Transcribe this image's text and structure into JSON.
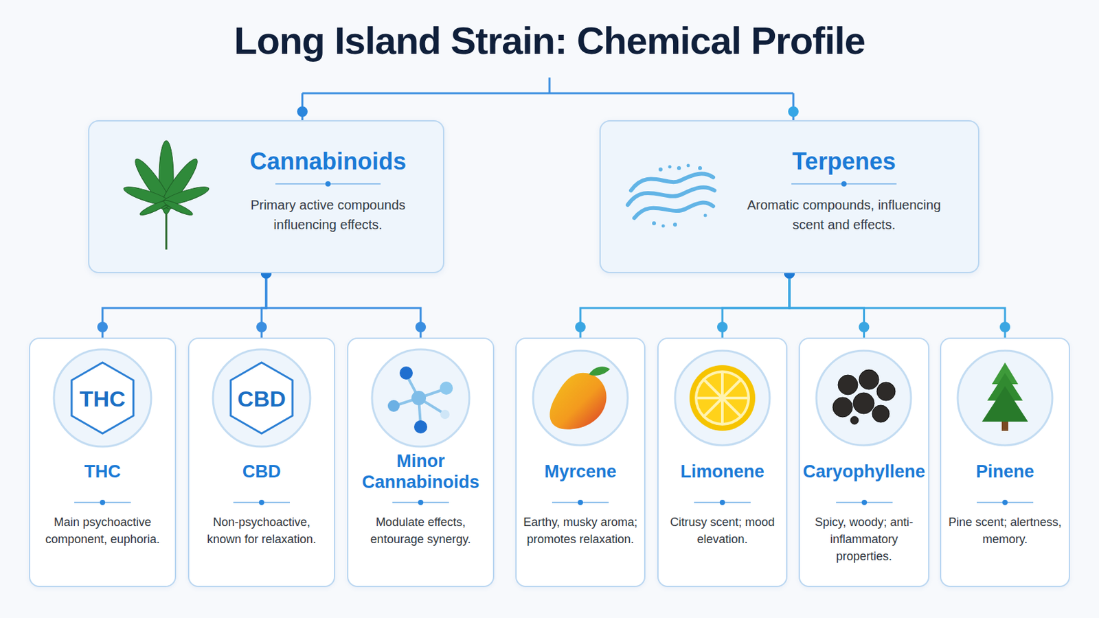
{
  "diagram": {
    "title": "Long Island Strain: Chemical Profile",
    "nodes": [
      {
        "text": [
          "Cannabinoids",
          "Primary active compounds influencing effects."
        ]
      },
      {
        "text": [
          "Terpenes",
          "Aromatic compounds, influencing scent and effects."
        ]
      },
      {
        "text": [
          "THC",
          "THC",
          "Main psychoactive component, euphoria."
        ]
      },
      {
        "text": [
          "CBD",
          "CBD",
          "Non-psychoactive, known for relaxation."
        ]
      },
      {
        "text": [
          "Minor Cannabinoids",
          "Modulate effects, entourage synergy."
        ]
      },
      {
        "text": [
          "Myrcene",
          "Earthy, musky aroma; promotes relaxation."
        ]
      },
      {
        "text": [
          "Limonene",
          "Citrusy scent; mood elevation."
        ]
      },
      {
        "text": [
          "Caryophyllene",
          "Spicy, woody; anti-inflammatory properties."
        ]
      },
      {
        "text": [
          "Pinene",
          "Pine scent; alertness, memory."
        ]
      }
    ],
    "edges": [
      {
        "from": 0,
        "to": 2,
        "arrow": "none"
      },
      {
        "from": 0,
        "to": 3,
        "arrow": "none"
      },
      {
        "from": 0,
        "to": 4,
        "arrow": "none"
      },
      {
        "from": 1,
        "to": 5,
        "arrow": "none"
      },
      {
        "from": 1,
        "to": 6,
        "arrow": "none"
      },
      {
        "from": 1,
        "to": 7,
        "arrow": "none"
      },
      {
        "from": 1,
        "to": 8,
        "arrow": "none"
      }
    ]
  }
}
